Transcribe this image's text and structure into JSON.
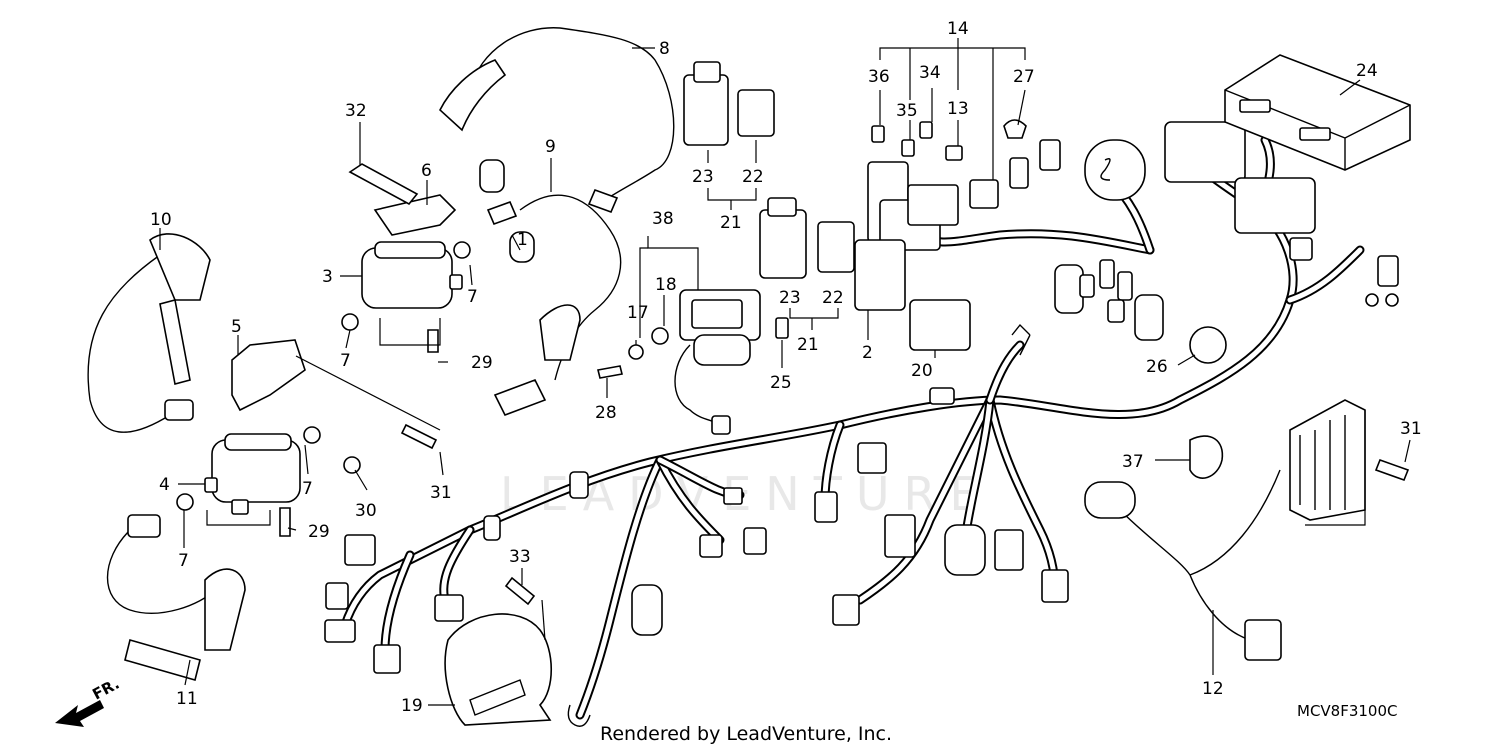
{
  "diagram": {
    "callouts": [
      "1",
      "2",
      "3",
      "4",
      "5",
      "6",
      "7",
      "8",
      "9",
      "10",
      "11",
      "12",
      "13",
      "14",
      "17",
      "18",
      "19",
      "20",
      "21",
      "22",
      "23",
      "24",
      "25",
      "26",
      "27",
      "28",
      "29",
      "30",
      "31",
      "32",
      "33",
      "34",
      "35",
      "36",
      "37",
      "38"
    ],
    "labels": {
      "n1": "1",
      "n2": "2",
      "n3": "3",
      "n4": "4",
      "n5": "5",
      "n6": "6",
      "n7a": "7",
      "n7b": "7",
      "n7c": "7",
      "n7d": "7",
      "n8": "8",
      "n9": "9",
      "n10": "10",
      "n11": "11",
      "n12": "12",
      "n13": "13",
      "n14": "14",
      "n17": "17",
      "n18": "18",
      "n19": "19",
      "n20": "20",
      "n21a": "21",
      "n21b": "21",
      "n22a": "22",
      "n22b": "22",
      "n23a": "23",
      "n23b": "23",
      "n24": "24",
      "n25": "25",
      "n26": "26",
      "n27": "27",
      "n28": "28",
      "n29a": "29",
      "n29b": "29",
      "n30": "30",
      "n31a": "31",
      "n31b": "31",
      "n32": "32",
      "n33": "33",
      "n34": "34",
      "n35": "35",
      "n36": "36",
      "n37": "37",
      "n38": "38"
    },
    "front_indicator": "FR.",
    "watermark": "LEADVENTURE",
    "diagram_code": "MCV8F3100C",
    "footer": "Rendered by LeadVenture, Inc."
  }
}
